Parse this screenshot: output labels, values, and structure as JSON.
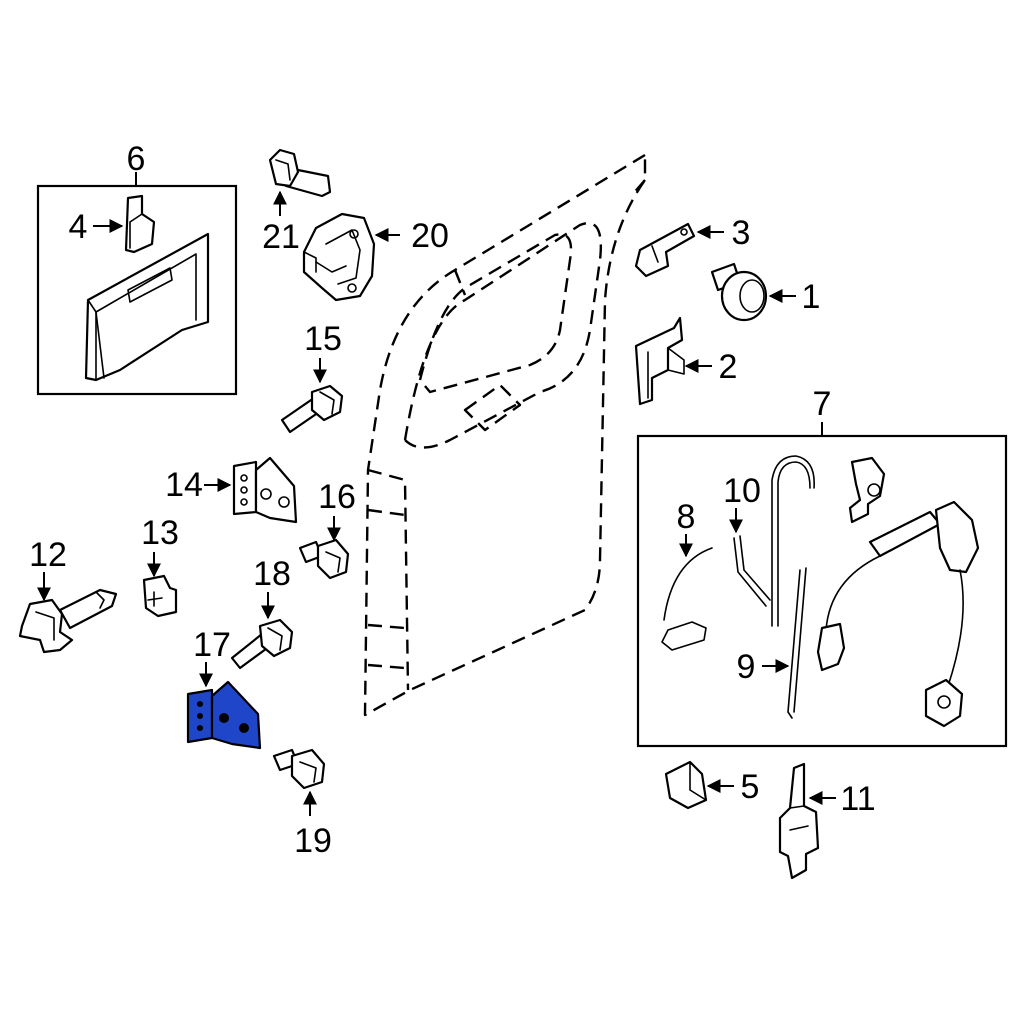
{
  "colors": {
    "highlight": "#1f46c8",
    "line": "#000000",
    "background": "#ffffff"
  },
  "labels": {
    "l1": "1",
    "l2": "2",
    "l3": "3",
    "l4": "4",
    "l5": "5",
    "l6": "6",
    "l7": "7",
    "l8": "8",
    "l9": "9",
    "l10": "10",
    "l11": "11",
    "l12": "12",
    "l13": "13",
    "l14": "14",
    "l15": "15",
    "l16": "16",
    "l17": "17",
    "l18": "18",
    "l19": "19",
    "l20": "20",
    "l21": "21"
  }
}
